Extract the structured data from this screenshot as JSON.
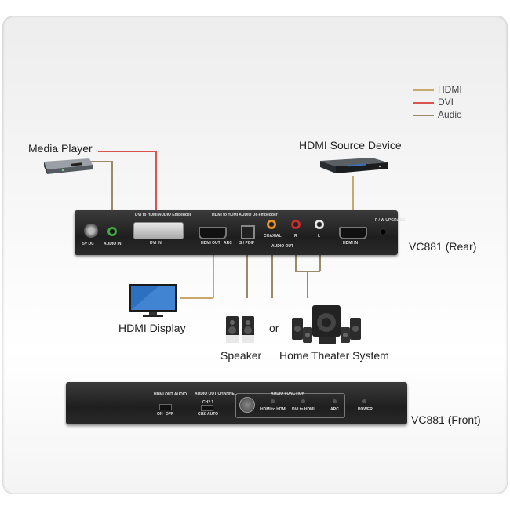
{
  "legend": {
    "items": [
      {
        "label": "HDMI",
        "color": "#c8a86b"
      },
      {
        "label": "DVI",
        "color": "#d9534f"
      },
      {
        "label": "Audio",
        "color": "#9a8a6a"
      }
    ]
  },
  "devices": {
    "media_player": "Media Player",
    "hdmi_source": "HDMI Source Device",
    "hdmi_display": "HDMI Display",
    "speaker": "Speaker",
    "or_text": "or",
    "home_theater": "Home Theater System",
    "rear_label": "VC881 (Rear)",
    "front_label": "VC881 (Front)"
  },
  "rear_panel": {
    "dvi_hdmi_embedder": "DVI to HDMI AUDIO Embedder",
    "hdmi_de_embedder": "HDMI to HDMI AUDIO De-embedder",
    "power_label": "5V DC",
    "audio_in": "AUDIO IN",
    "dvi_in": "DVI IN",
    "hdmi_out": "HDMI OUT",
    "arc": "ARC",
    "spdif": "S / PDIF",
    "coaxial": "COAXIAL",
    "r": "R",
    "l": "L",
    "audio_out": "AUDIO OUT",
    "hdmi_in": "HDMI IN",
    "fw_upgrade": "F / W UPGRADE"
  },
  "front_panel": {
    "hdmi_out_audio": "HDMI OUT AUDIO",
    "on": "ON",
    "off": "OFF",
    "audio_out_channel": "AUDIO OUT CHANNEL",
    "channel_value": "CH2.1",
    "ch2": "CH2",
    "auto": "AUTO",
    "audio_function": "AUDIO FUNCTION",
    "hdmi_to_hdmi": "HDMI to HDMI",
    "dvi_to_hdmi": "DVI to HDMI",
    "arc": "ARC",
    "power": "POWER"
  }
}
